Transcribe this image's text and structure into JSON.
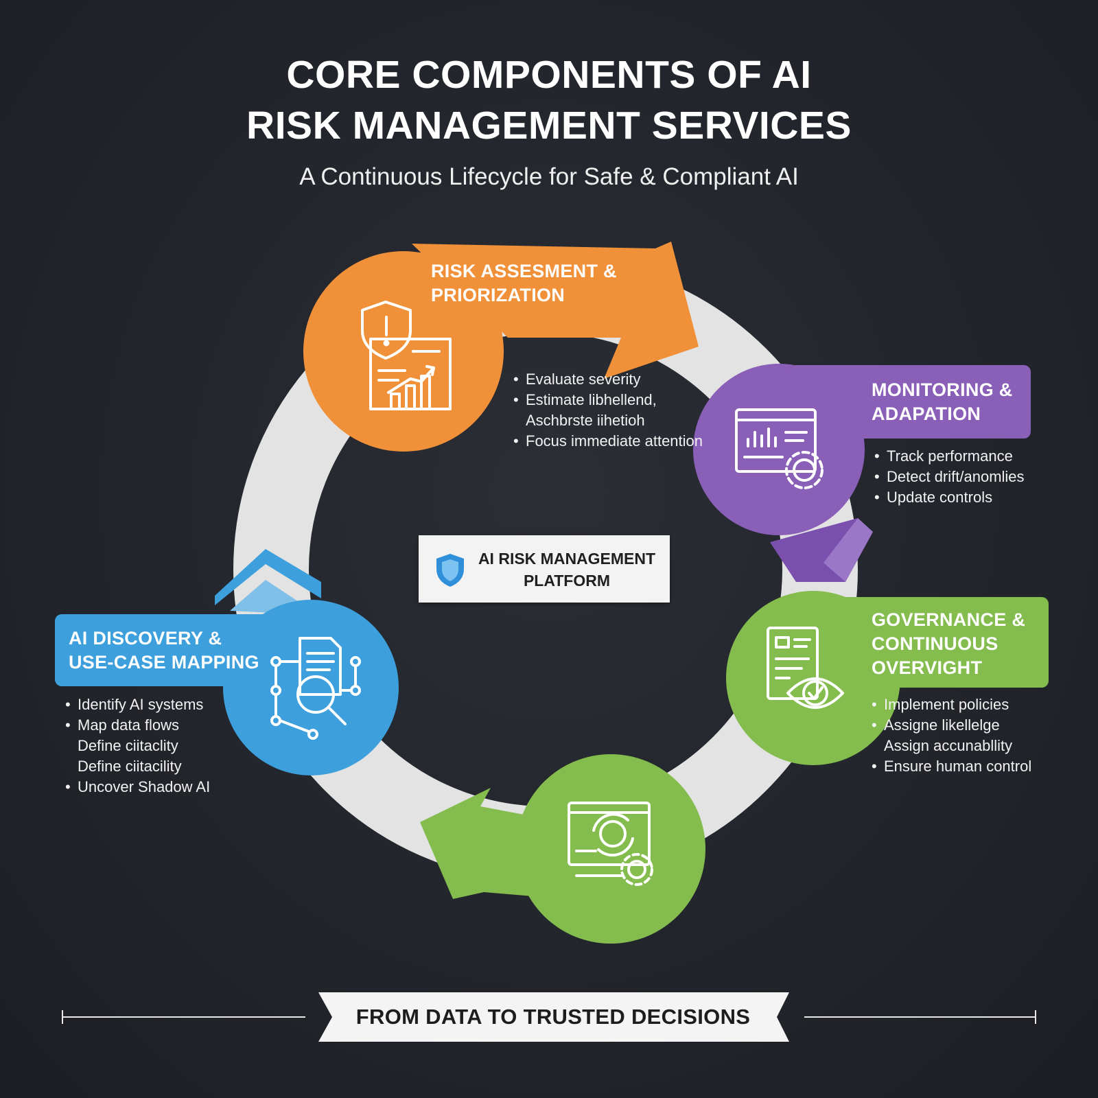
{
  "header": {
    "title_line1": "CORE COMPONENTS OF AI",
    "title_line2": "RISK MANAGEMENT SERVICES",
    "subtitle": "A Continuous Lifecycle for Safe & Compliant AI"
  },
  "stages": [
    {
      "id": "risk",
      "title_line1": "RISK ASSESMENT &",
      "title_line2": "PRIORIZATION",
      "color": "#f0913a",
      "icon": "shield-alert-chart-icon",
      "bullets": [
        "Evaluate severity",
        "Estimate libhellend,",
        "Aschbrste iihetioh",
        "Focus immediate attention"
      ]
    },
    {
      "id": "monitoring",
      "title_line1": "MONITORING &",
      "title_line2": "ADAPATION",
      "color": "#8a5fb7",
      "icon": "dashboard-gear-icon",
      "bullets": [
        "Track performance",
        "Detect drift/anomlies",
        "Update controls"
      ]
    },
    {
      "id": "governance",
      "title_line1": "GOVERNANCE &",
      "title_line2": "CONTINUOUS",
      "title_line3": "OVERVIGHT",
      "color": "#84bd4e",
      "icon": "document-eye-check-icon",
      "bullets": [
        "Implement policies",
        "Assigne likellelge",
        "Assign accunabllity",
        "Ensure human control"
      ]
    },
    {
      "id": "bottom",
      "color": "#84bd4e",
      "icon": "browser-refresh-gear-icon"
    },
    {
      "id": "discovery",
      "title_line1": "AI DISCOVERY &",
      "title_line2": "USE-CASE MAPPING",
      "color": "#3d9fdc",
      "icon": "document-network-search-icon",
      "bullets": [
        "Identify AI systems",
        "Map data flows",
        "Define ciitaclity",
        "Define ciitacility",
        "Uncover Shadow AI"
      ]
    }
  ],
  "center": {
    "line1": "AI RISK MANAGEMENT",
    "line2": "PLATFORM",
    "icon": "shield-icon"
  },
  "footer": {
    "banner": "FROM DATA TO TRUSTED DECISIONS"
  },
  "colors": {
    "background": "#24272d",
    "ring": "#e4e4e4",
    "orange": "#f0913a",
    "purple": "#8a5fb7",
    "green": "#84bd4e",
    "blue": "#3d9fdc"
  }
}
